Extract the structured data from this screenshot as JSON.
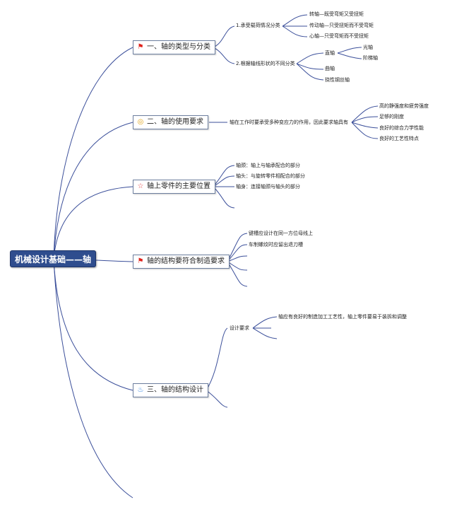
{
  "root": {
    "title": "机械设计基础——轴"
  },
  "branches": [
    {
      "id": "types",
      "icon": "flag-icon",
      "label": "一、轴的类型与分类"
    },
    {
      "id": "requirements",
      "icon": "coin-icon",
      "label": "二、轴的使用要求"
    },
    {
      "id": "positions",
      "icon": "star-icon",
      "label": "轴上零件的主要位置"
    },
    {
      "id": "structure",
      "icon": "flag-icon",
      "label": "轴的结构要符合制造要求"
    },
    {
      "id": "design",
      "icon": "fire-icon",
      "label": "三、轴的结构设计"
    }
  ],
  "types": {
    "by_load": "1.承受载荷情况分类",
    "load_items": [
      "转轴—既受弯矩又受扭矩",
      "传动轴—只受扭矩而不受弯矩",
      "心轴—只受弯矩而不受扭矩"
    ],
    "by_shape": "2.根据轴线形状的不同分类",
    "straight": "直轴",
    "straight_items": [
      "光轴",
      "阶梯轴"
    ],
    "crank": "曲轴",
    "flexible": "挠性钢丝轴"
  },
  "requirements": {
    "statement": "轴在工作时要承受多种变应力的作用，因此要求轴具有",
    "items": [
      "高的静强度和疲劳强度",
      "足够的刚度",
      "良好的综合力学性能",
      "良好的工艺性特点"
    ]
  },
  "positions": {
    "items": [
      "轴颈：轴上与轴承配合的部分",
      "轴头：与旋转零件相配合的部分",
      "轴身：连接轴颈与轴头的部分"
    ]
  },
  "structure": {
    "items": [
      "键槽应设计在同一方位母线上",
      "车制螺纹时应留出退刀槽"
    ]
  },
  "design": {
    "requirement_label": "设计要求",
    "requirement_text": "轴应有良好的制造加工工艺性，轴上零件要易于装拆和调整"
  },
  "colors": {
    "line": "#3b4f9a",
    "root_fill": "#2f4d8e",
    "flag": "#e0231c",
    "coin": "#e1a416",
    "star": "#e44747",
    "fire": "#2a7fe0"
  }
}
